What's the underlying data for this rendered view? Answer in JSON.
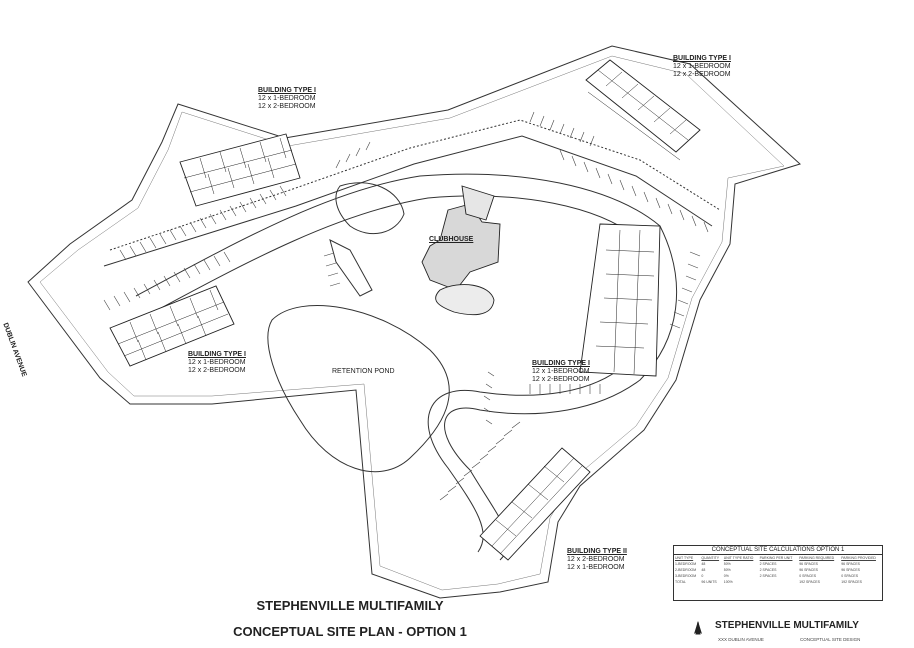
{
  "labels": {
    "building_nw": {
      "title": "BUILDING TYPE I",
      "line1": "12 x 1-BEDROOM",
      "line2": "12 x 2-BEDROOM"
    },
    "building_ne": {
      "title": "BUILDING TYPE I",
      "line1": "12 x 1-BEDROOM",
      "line2": "12 x 2-BEDROOM"
    },
    "building_w": {
      "title": "BUILDING TYPE I",
      "line1": "12 x 1-BEDROOM",
      "line2": "12 x 2-BEDROOM"
    },
    "building_e": {
      "title": "BUILDING TYPE I",
      "line1": "12 x 1-BEDROOM",
      "line2": "12 x 2-BEDROOM"
    },
    "building_s": {
      "title": "BUILDING TYPE II",
      "line1": "12 x 2-BEDROOM",
      "line2": "12 x 1-BEDROOM"
    },
    "clubhouse": "CLUBHOUSE",
    "pond": "RETENTION POND",
    "road": "DUBLIN AVENUE"
  },
  "titles": {
    "line1": "STEPHENVILLE MULTIFAMILY",
    "line2": "CONCEPTUAL SITE PLAN - OPTION 1"
  },
  "calc_table": {
    "title": "CONCEPTUAL SITE CALCULATIONS  OPTION 1",
    "headers": [
      "UNIT TYPE",
      "QUANTITY",
      "UNIT TYPE RATIO",
      "PARKING PER UNIT",
      "PARKING REQUIRED",
      "PARKING PROVIDED"
    ],
    "rows": [
      [
        "1-BEDROOM",
        "48",
        "50%",
        "2 SPACES",
        "96 SPACES",
        "96 SPACES"
      ],
      [
        "2-BEDROOM",
        "48",
        "50%",
        "2 SPACES",
        "96 SPACES",
        "96 SPACES"
      ],
      [
        "3-BEDROOM",
        "0",
        "0%",
        "2 SPACES",
        "0 SPACES",
        "0 SPACES"
      ],
      [
        "TOTAL",
        "96 UNITS",
        "100%",
        "",
        "192 SPACES",
        "192 SPACES"
      ]
    ]
  },
  "footer": {
    "project": "STEPHENVILLE MULTIFAMILY",
    "address": "XXX DUBLIN AVENUE",
    "design": "CONCEPTUAL SITE DESIGN"
  }
}
